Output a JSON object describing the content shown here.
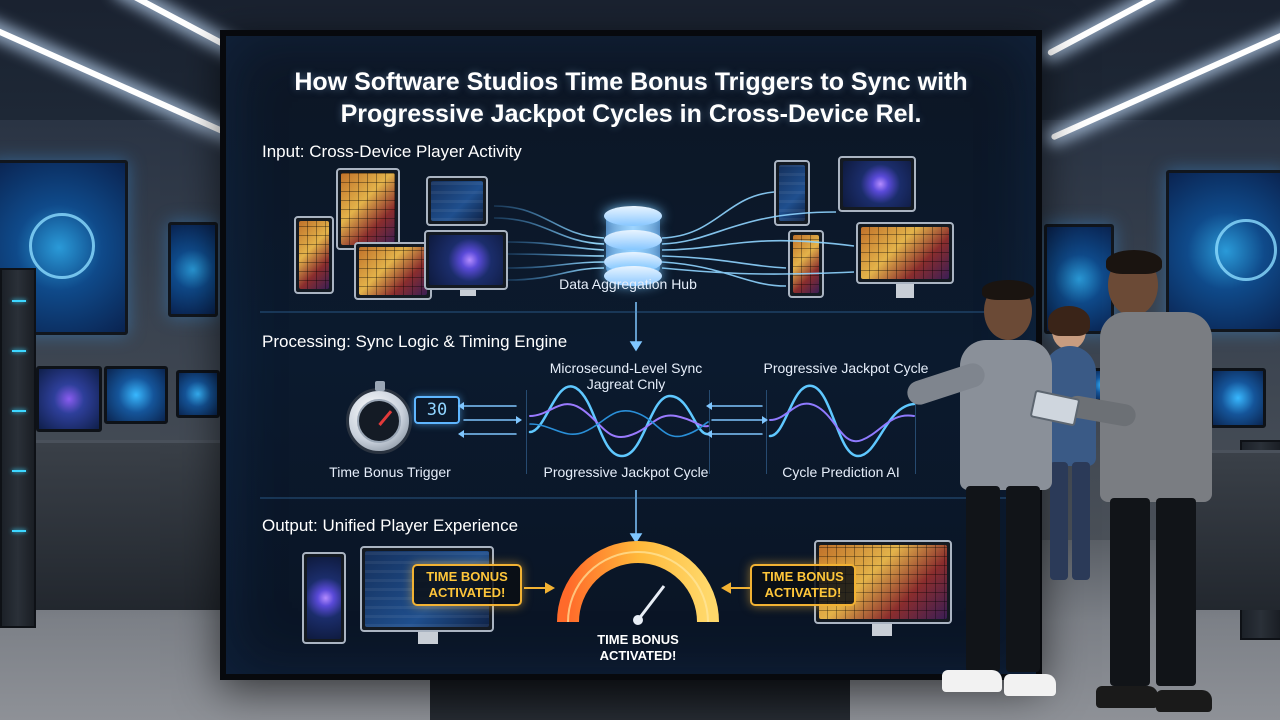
{
  "board": {
    "title_line1": "How Software Studios Time Bonus Triggers to Sync with",
    "title_line2": "Progressive Jackpot Cycles in Cross-Device Rel.",
    "input": {
      "label": "Input: Cross-Device Player Activity",
      "hub_label": "Data Aggregation Hub"
    },
    "processing": {
      "label": "Processing: Sync Logic & Timing Engine",
      "timer_display": "30",
      "trigger_label": "Time Bonus Trigger",
      "sync_label_line1": "Microsecund-Level Sync",
      "sync_label_line2": "Jagreat Cnly",
      "wave_label": "Progressive Jackpot Cycle",
      "right_top_label": "Progressive Jackpot Cycle",
      "prediction_label": "Cycle Prediction AI"
    },
    "output": {
      "label": "Output: Unified Player Experience",
      "badge_left_line1": "TIME BONUS",
      "badge_left_line2": "ACTIVATED!",
      "badge_right_line1": "TIME BONUS",
      "badge_right_line2": "ACTIVATED!",
      "gauge_line1": "TIME BONUS",
      "gauge_line2": "ACTIVATED!"
    }
  },
  "colors": {
    "accent_blue": "#5fb6ff",
    "badge_gold": "#f2b233",
    "board_bg": "#0b1a2e"
  },
  "icons": [
    "stopwatch-icon",
    "data-hub-icon",
    "gauge-icon",
    "arrow-icon"
  ]
}
